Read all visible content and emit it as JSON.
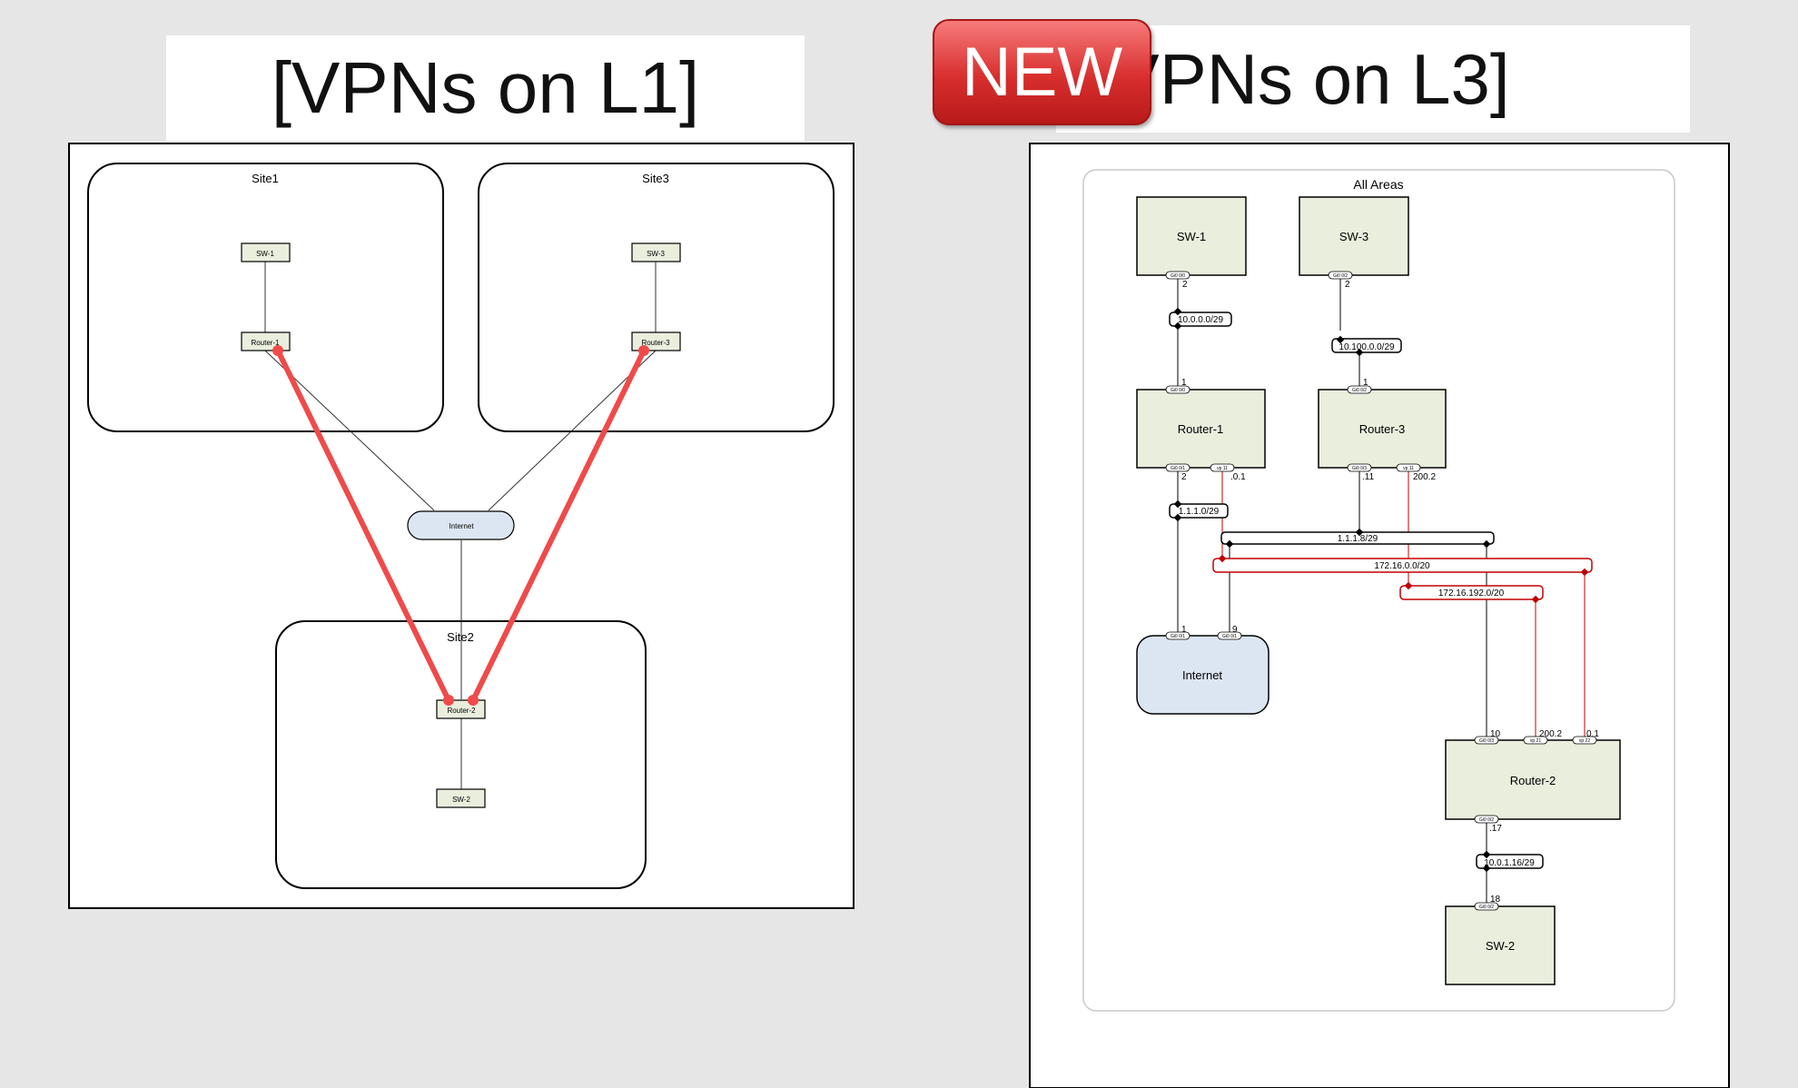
{
  "left_title": "[VPNs on L1]",
  "right_title": "[VPNs on L3]",
  "badge": "NEW",
  "colors": {
    "vpn_red": "#f04a4a",
    "node_fill": "#e9eedd",
    "internet_fill": "#dce6f2",
    "l3_red": "#c00000"
  },
  "l1": {
    "sites": {
      "site1": "Site1",
      "site3": "Site3",
      "site2": "Site2"
    },
    "nodes": {
      "sw1": "SW-1",
      "router1": "Router-1",
      "sw3": "SW-3",
      "router3": "Router-3",
      "internet": "Internet",
      "router2": "Router-2",
      "sw2": "SW-2"
    }
  },
  "l3": {
    "area": "All Areas",
    "nodes": {
      "sw1": "SW-1",
      "sw3": "SW-3",
      "router1": "Router-1",
      "router3": "Router-3",
      "internet": "Internet",
      "router2": "Router-2",
      "sw2": "SW-2"
    },
    "subnets": {
      "s1": "10.0.0.0/29",
      "s2": "10.100.0.0/29",
      "s3": "1.1.1.0/29",
      "s4": "1.1.1.8/29",
      "s5": "172.16.0.0/20",
      "s6": "172.16.192.0/20",
      "s7": "10.0.1.16/29"
    },
    "host_ids": {
      "sw1": "2",
      "sw3": "2",
      "r1_top": "1",
      "r3_top": "1",
      "r1_bottom": "2",
      "r1_vpn": ".0.1",
      "r3_bottom": ".11",
      "r3_vpn": "200.2",
      "inet_left": "1",
      "inet_right": "9",
      "r2_a": "10",
      "r2_b": "200.2",
      "r2_c": "0.1",
      "r2_bottom": ".17",
      "sw2": "18"
    },
    "ports": {
      "gi00": "Gi0 0/0",
      "gi01": "Gi0 0/1",
      "gi02": "Gi0 0/2",
      "gi03": "Gi0 0/3",
      "vp11": "vp 11",
      "vp21": "vp 21",
      "vp22": "vp 22"
    }
  }
}
